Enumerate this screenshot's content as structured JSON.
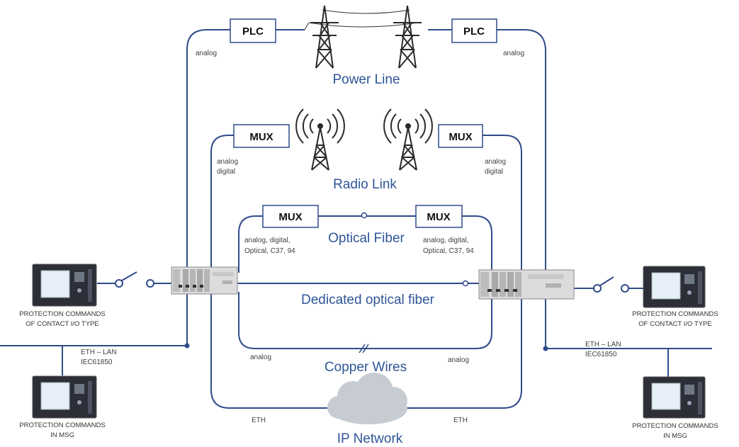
{
  "colors": {
    "line": "#2f4b8a",
    "label_blue": "#2f5597",
    "cloud": "#c7ccd3",
    "device_bg": "#dcdcdc",
    "screen": "#e6eef7"
  },
  "channels": {
    "power_line": "Power Line",
    "radio_link": "Radio Link",
    "optical_fiber": "Optical Fiber",
    "dedicated_fiber": "Dedicated optical fiber",
    "copper_wires": "Copper Wires",
    "ip_network": "IP Network"
  },
  "boxes": {
    "plc_left": "PLC",
    "plc_right": "PLC",
    "mux_radio_left": "MUX",
    "mux_radio_right": "MUX",
    "mux_fiber_left": "MUX",
    "mux_fiber_right": "MUX"
  },
  "small_labels": {
    "analog_plc_left": "analog",
    "analog_plc_right": "analog",
    "radio_left_1": "analog",
    "radio_left_2": "digital",
    "radio_right_1": "analog",
    "radio_right_2": "digital",
    "fiber_left_1": "analog, digital,",
    "fiber_left_2": "Optical, C37, 94",
    "fiber_right_1": "analog, digital,",
    "fiber_right_2": "Optical, C37, 94",
    "copper_left": "analog",
    "copper_right": "analog",
    "eth_left": "ETH",
    "eth_right": "ETH",
    "lan_left_1": "ETH – LAN",
    "lan_left_2": "IEC61850",
    "lan_right_1": "ETH – LAN",
    "lan_right_2": "IEC61850"
  },
  "captions": {
    "left_top_1": "PROTECTION COMMANDS",
    "left_top_2": "OF CONTACT I/O TYPE",
    "right_top_1": "PROTECTION COMMANDS",
    "right_top_2": "OF CONTACT I/O TYPE",
    "left_bottom_1": "PROTECTION COMMANDS",
    "left_bottom_2": "IN MSG",
    "right_bottom_1": "PROTECTION COMMANDS",
    "right_bottom_2": "IN MSG"
  }
}
